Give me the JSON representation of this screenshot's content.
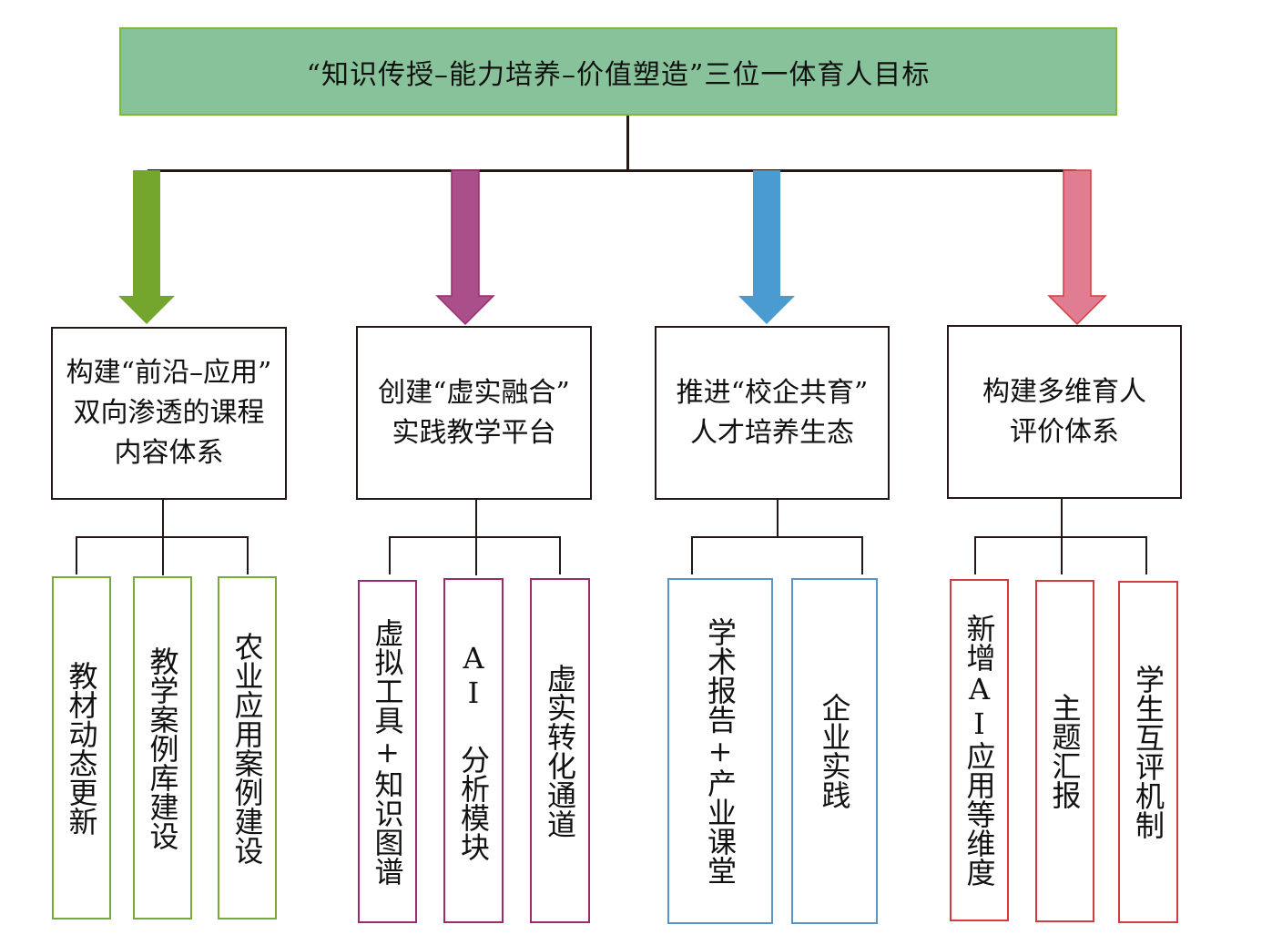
{
  "goal": {
    "label": "“知识传授–能力培养–价值塑造”三位一体育人目标"
  },
  "colors": {
    "goal_fill": "#88c29a",
    "goal_border": "#7cbb3a",
    "branch1": "#74a52d",
    "branch2": "#ab4f8b",
    "branch3": "#4a9bd0",
    "branch4": "#e07d93",
    "branch4_border": "#d23c3c"
  },
  "branches": [
    {
      "title_lines": [
        "构建“前沿–应用”",
        "双向渗透的课程",
        "内容体系"
      ],
      "items": [
        "教材动态更新",
        "教学案例库建设",
        "农业应用案例建设"
      ]
    },
    {
      "title_lines": [
        "创建“虚实融合”",
        "实践教学平台"
      ],
      "items": [
        "虚拟工具+知识图谱",
        "AI 分析模块",
        "虚实转化通道"
      ]
    },
    {
      "title_lines": [
        "推进“校企共育”",
        "人才培养生态"
      ],
      "items": [
        "学术报告+产业课堂",
        "企业实践"
      ]
    },
    {
      "title_lines": [
        "构建多维育人",
        "评价体系"
      ],
      "items": [
        "新增AI应用等维度",
        "主题汇报",
        "学生互评机制"
      ]
    }
  ]
}
